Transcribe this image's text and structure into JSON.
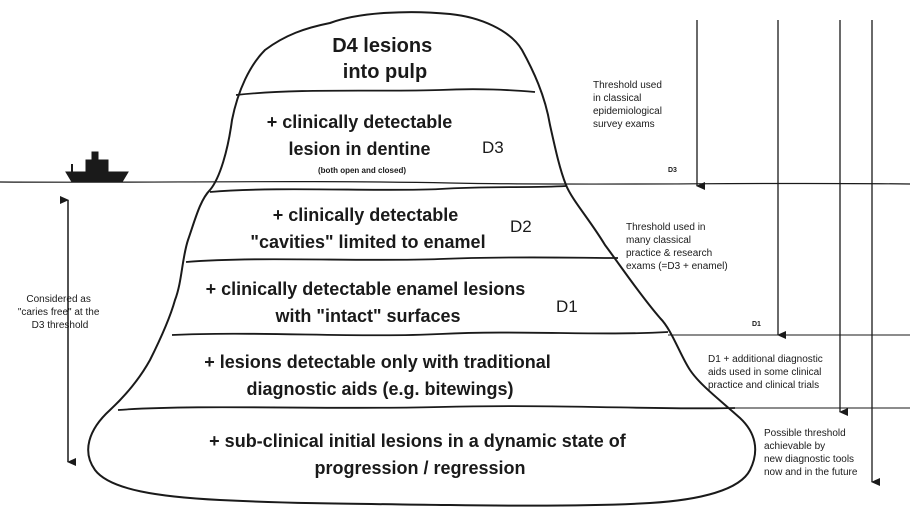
{
  "layers": [
    {
      "lines": [
        "D4 lesions",
        "into pulp"
      ]
    },
    {
      "lines": [
        "+ clinically detectable",
        "lesion in dentine"
      ],
      "sub": "(both open and closed)",
      "tag": "D3"
    },
    {
      "lines": [
        "+ clinically detectable",
        "\"cavities\" limited to enamel"
      ],
      "tag": "D2"
    },
    {
      "lines": [
        "+ clinically detectable enamel lesions",
        "with \"intact\" surfaces"
      ],
      "tag": "D1"
    },
    {
      "lines": [
        "+ lesions detectable only with traditional",
        "diagnostic aids (e.g. bitewings)"
      ]
    },
    {
      "lines": [
        "+ sub-clinical initial lesions in a dynamic state of",
        "progression / regression"
      ]
    }
  ],
  "side_note": [
    "Considered as",
    "\"caries free\" at the",
    "D3 threshold"
  ],
  "thresholds": [
    {
      "lines": [
        "Threshold used",
        "in classical",
        "epidemiological",
        "survey exams"
      ],
      "marker": "D3"
    },
    {
      "lines": [
        "Threshold used in",
        "many classical",
        "practice & research",
        "exams (=D3 + enamel)"
      ],
      "marker": "D1"
    },
    {
      "lines": [
        "D1 + additional diagnostic",
        "aids used in some clinical",
        "practice and clinical trials"
      ]
    },
    {
      "lines": [
        "Possible threshold",
        "achievable by",
        "new diagnostic tools",
        "now and in the future"
      ]
    }
  ]
}
